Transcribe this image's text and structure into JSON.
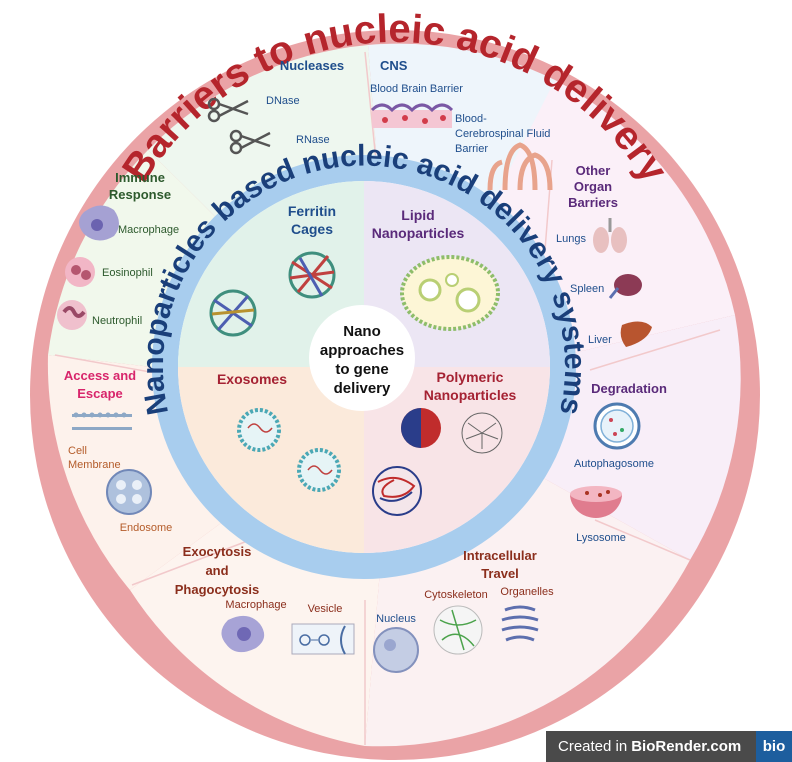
{
  "outer_title": "Barriers to nucleic acid delivery",
  "inner_title": "Nanoparticles based nucleic acid delivery systems",
  "center": [
    "Nano",
    "approaches",
    "to gene",
    "delivery"
  ],
  "barriers": {
    "nucleases": {
      "title": "Nucleases",
      "items": [
        "DNase",
        "RNase"
      ]
    },
    "cns": {
      "title": "CNS",
      "items": [
        "Blood Brain Barrier",
        "Blood-",
        "Cerebrospinal Fluid",
        "Barrier"
      ]
    },
    "other_organ": {
      "title": [
        "Other",
        "Organ",
        "Barriers"
      ],
      "items": [
        "Lungs",
        "Spleen",
        "Liver"
      ]
    },
    "degradation": {
      "title": "Degradation",
      "items": [
        "Autophagosome",
        "Lysosome"
      ]
    },
    "intracellular": {
      "title": [
        "Intracellular",
        "Travel"
      ],
      "items": [
        "Cytoskeleton",
        "Organelles",
        "Nucleus"
      ]
    },
    "exocytosis": {
      "title": [
        "Exocytosis",
        "and",
        "Phagocytosis"
      ],
      "items": [
        "Macrophage",
        "Vesicle"
      ]
    },
    "access": {
      "title": [
        "Access and",
        "Escape"
      ],
      "items": [
        "Cell",
        "Membrane",
        "Endosome"
      ]
    },
    "immune": {
      "title": [
        "Immune",
        "Response"
      ],
      "items": [
        "Macrophage",
        "Eosinophil",
        "Neutrophil"
      ]
    }
  },
  "nanoparticles": {
    "ferritin": [
      "Ferritin",
      "Cages"
    ],
    "lipid": [
      "Lipid",
      "Nanoparticles"
    ],
    "exosomes": [
      "Exosomes"
    ],
    "polymeric": [
      "Polymeric",
      "Nanoparticles"
    ]
  },
  "badge": {
    "prefix": "Created in",
    "brand": "BioRender.com",
    "logo": "bio"
  },
  "colors": {
    "outer_ring": "#eaa3a6",
    "outer_title": "#b5252c",
    "inner_ring": "#a8cdee",
    "inner_title": "#1a3f7a",
    "label_blue": "#1f4e8c",
    "label_green": "#2d5a2d",
    "label_purple": "#5a2a7a",
    "label_red": "#a52233",
    "label_pink": "#d8256b",
    "label_brown": "#8b2e1c"
  }
}
